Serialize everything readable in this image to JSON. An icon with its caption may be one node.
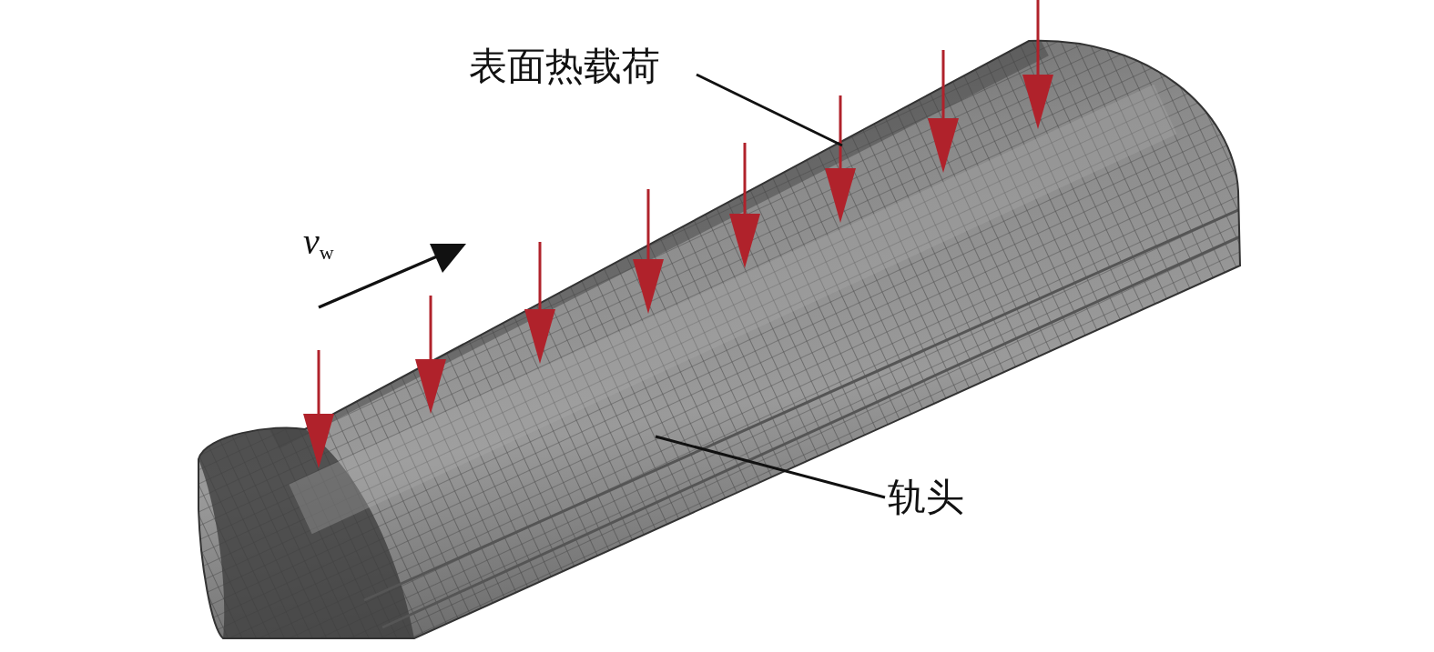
{
  "diagram": {
    "nodes": [
      {
        "text": [
          "表面热载荷"
        ]
      },
      {
        "text": [
          "轨头"
        ]
      }
    ],
    "edges": [
      {
        "from": 0,
        "to": null,
        "arrow": "none"
      },
      {
        "from": 1,
        "to": null,
        "arrow": "none"
      }
    ],
    "labels": [
      "*v*$_{w}$"
    ]
  }
}
